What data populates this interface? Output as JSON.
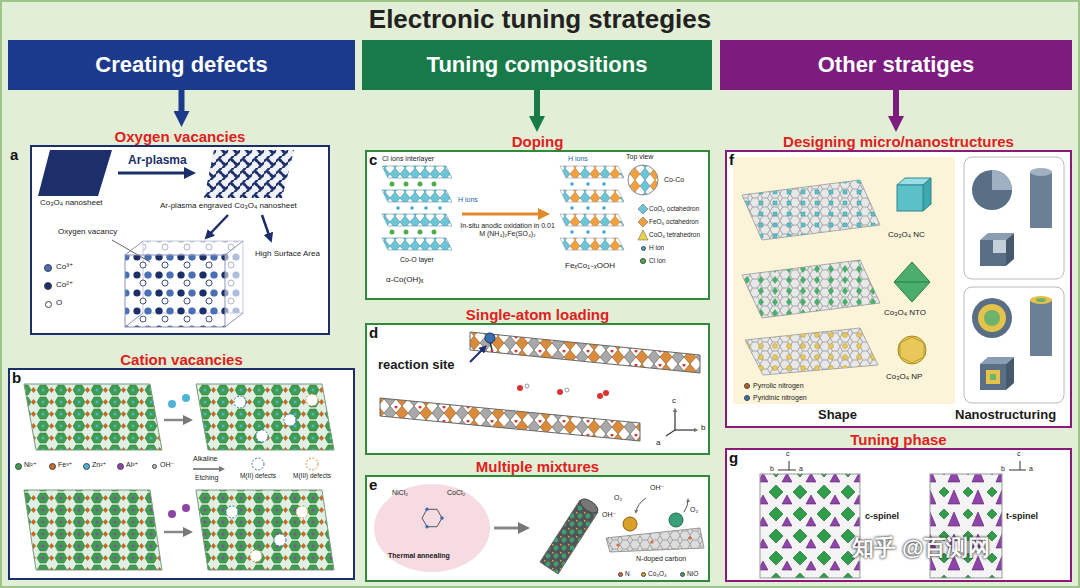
{
  "diagram": {
    "title": "Electronic tuning strategies",
    "nodes": [
      {
        "text": [
          "Creating defects"
        ]
      },
      {
        "text": [
          "Tuning compositions"
        ]
      },
      {
        "text": [
          "Other stratiges"
        ]
      },
      {
        "text": [
          "Oxygen vacancies",
          "a"
        ]
      },
      {
        "text": [
          "Cation vacancies",
          "b"
        ]
      },
      {
        "text": [
          "Doping",
          "c"
        ]
      },
      {
        "text": [
          "Single-atom loading",
          "d"
        ]
      },
      {
        "text": [
          "Multiple mixtures",
          "e"
        ]
      },
      {
        "text": [
          "Designing micro/nanostructures",
          "f"
        ]
      },
      {
        "text": [
          "Tuning phase",
          "g"
        ]
      }
    ],
    "edges": [
      {
        "from": 0,
        "to": 3,
        "arrow": "to"
      },
      {
        "from": 1,
        "to": 5,
        "arrow": "to"
      },
      {
        "from": 2,
        "to": 8,
        "arrow": "to"
      }
    ],
    "labels": [
      "Co₃O₄ nanosheet",
      "Ar-plasma",
      "Ar-plasma engraved Co₃O₄ nanosheet",
      "Oxygen vacancy",
      "High Surface Area",
      "Alkaline",
      "Etching",
      "Cl ions interlayer",
      "H ions",
      "Co-O layer",
      "α-Co(OH)ₓ",
      "In-situ anodic oxidation in 0.01 M (NH₄)₂Fe(SO₄)₂",
      "H ions",
      "FeₓCo₁₋ₓOOH",
      "Top view",
      "Co-Co",
      "reaction site",
      "c",
      "b",
      "a",
      "NiCl₂",
      "CoCl₂",
      "Thermal annealing",
      "O₂",
      "OH⁻",
      "OH⁻",
      "O₂",
      "N-doped carbon",
      "Co₃O₄ NC",
      "Co₃O₄ NTO",
      "Co₃O₄ NP",
      "Shape",
      "Nanostructuring",
      "c",
      "b",
      "a",
      "c-spinel",
      "c",
      "b",
      "a",
      "t-spinel",
      "知乎 @百测网"
    ],
    "legend": [
      {
        "text": "Co³⁺",
        "color": "#4a6fb5"
      },
      {
        "text": "Co²⁺",
        "color": "#1d2f6b"
      },
      {
        "text": "O",
        "color": "#ffffff"
      },
      {
        "text": "Ni²⁺",
        "color": "#3f9e4d"
      },
      {
        "text": "Fe³⁺",
        "color": "#c46a2b"
      },
      {
        "text": "Zn²⁺",
        "color": "#4db4d8"
      },
      {
        "text": "Al³⁺",
        "color": "#8e44a8"
      },
      {
        "text": "OH⁻",
        "color": "#bdbdbd"
      },
      {
        "text": "M(II) defects"
      },
      {
        "text": "M(III) defects"
      },
      {
        "text": "CoO₆ octahedron"
      },
      {
        "text": "FeO₆ octahedron"
      },
      {
        "text": "CoO₄ tetrahedron"
      },
      {
        "text": "H ion",
        "color": "#3fa7d6"
      },
      {
        "text": "Cl ion",
        "color": "#4cae4c"
      },
      {
        "text": "N",
        "color": "#e0663a"
      },
      {
        "text": "Co₃O₄",
        "color": "#d9a02a"
      },
      {
        "text": "NiO",
        "color": "#3aa07a"
      },
      {
        "text": "Pyrrolic nitrogen",
        "color": "#b5652f"
      },
      {
        "text": "Pyridinic nitrogen",
        "color": "#3a6fb0"
      }
    ]
  }
}
